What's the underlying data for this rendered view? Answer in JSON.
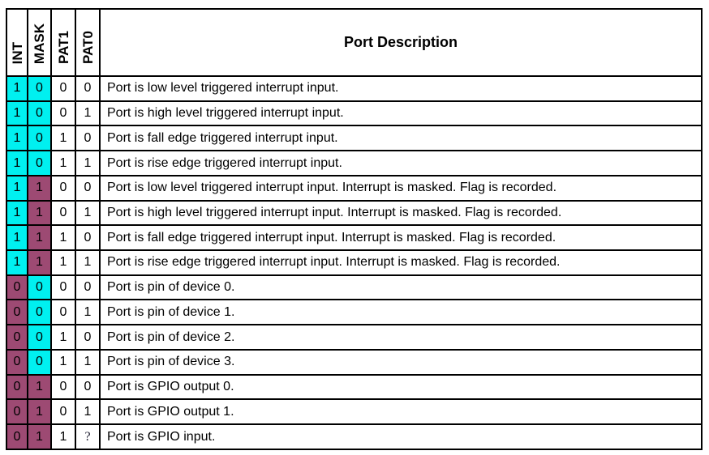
{
  "page": {
    "background": "#FFFFFF"
  },
  "colors": {
    "cyan": "#00F0F0",
    "plum": "#9D4A73",
    "border": "#000000",
    "text": "#000000"
  },
  "table": {
    "description_header": "Port Description",
    "bit_columns": [
      {
        "key": "int",
        "label": "INT"
      },
      {
        "key": "mask",
        "label": "MASK"
      },
      {
        "key": "pat1",
        "label": "PAT1"
      },
      {
        "key": "pat0",
        "label": "PAT0"
      }
    ],
    "rows": [
      {
        "int": "1",
        "mask": "0",
        "pat1": "0",
        "pat0": "0",
        "int_bg": "cyan",
        "mask_bg": "cyan",
        "desc": "Port is low level triggered interrupt input."
      },
      {
        "int": "1",
        "mask": "0",
        "pat1": "0",
        "pat0": "1",
        "int_bg": "cyan",
        "mask_bg": "cyan",
        "desc": "Port is high level triggered interrupt input."
      },
      {
        "int": "1",
        "mask": "0",
        "pat1": "1",
        "pat0": "0",
        "int_bg": "cyan",
        "mask_bg": "cyan",
        "desc": "Port is fall edge triggered interrupt input."
      },
      {
        "int": "1",
        "mask": "0",
        "pat1": "1",
        "pat0": "1",
        "int_bg": "cyan",
        "mask_bg": "cyan",
        "desc": "Port is rise edge triggered interrupt input."
      },
      {
        "int": "1",
        "mask": "1",
        "pat1": "0",
        "pat0": "0",
        "int_bg": "cyan",
        "mask_bg": "plum",
        "desc": "Port is low level triggered interrupt input. Interrupt is masked. Flag is recorded."
      },
      {
        "int": "1",
        "mask": "1",
        "pat1": "0",
        "pat0": "1",
        "int_bg": "cyan",
        "mask_bg": "plum",
        "desc": "Port is high level triggered interrupt input. Interrupt is masked. Flag is recorded."
      },
      {
        "int": "1",
        "mask": "1",
        "pat1": "1",
        "pat0": "0",
        "int_bg": "cyan",
        "mask_bg": "plum",
        "desc": "Port is fall edge triggered interrupt input. Interrupt is masked. Flag is recorded."
      },
      {
        "int": "1",
        "mask": "1",
        "pat1": "1",
        "pat0": "1",
        "int_bg": "cyan",
        "mask_bg": "plum",
        "desc": "Port is rise edge triggered interrupt input. Interrupt is masked. Flag is recorded."
      },
      {
        "int": "0",
        "mask": "0",
        "pat1": "0",
        "pat0": "0",
        "int_bg": "plum",
        "mask_bg": "cyan",
        "desc": "Port is pin of device 0."
      },
      {
        "int": "0",
        "mask": "0",
        "pat1": "0",
        "pat0": "1",
        "int_bg": "plum",
        "mask_bg": "cyan",
        "desc": "Port is pin of device 1."
      },
      {
        "int": "0",
        "mask": "0",
        "pat1": "1",
        "pat0": "0",
        "int_bg": "plum",
        "mask_bg": "cyan",
        "desc": "Port is pin of device 2."
      },
      {
        "int": "0",
        "mask": "0",
        "pat1": "1",
        "pat0": "1",
        "int_bg": "plum",
        "mask_bg": "cyan",
        "desc": "Port is pin of device 3."
      },
      {
        "int": "0",
        "mask": "1",
        "pat1": "0",
        "pat0": "0",
        "int_bg": "plum",
        "mask_bg": "plum",
        "desc": "Port is GPIO output 0."
      },
      {
        "int": "0",
        "mask": "1",
        "pat1": "0",
        "pat0": "1",
        "int_bg": "plum",
        "mask_bg": "plum",
        "desc": "Port is GPIO output 1."
      },
      {
        "int": "0",
        "mask": "1",
        "pat1": "1",
        "pat0": "?",
        "int_bg": "plum",
        "mask_bg": "plum",
        "desc": "Port is GPIO input."
      }
    ]
  }
}
